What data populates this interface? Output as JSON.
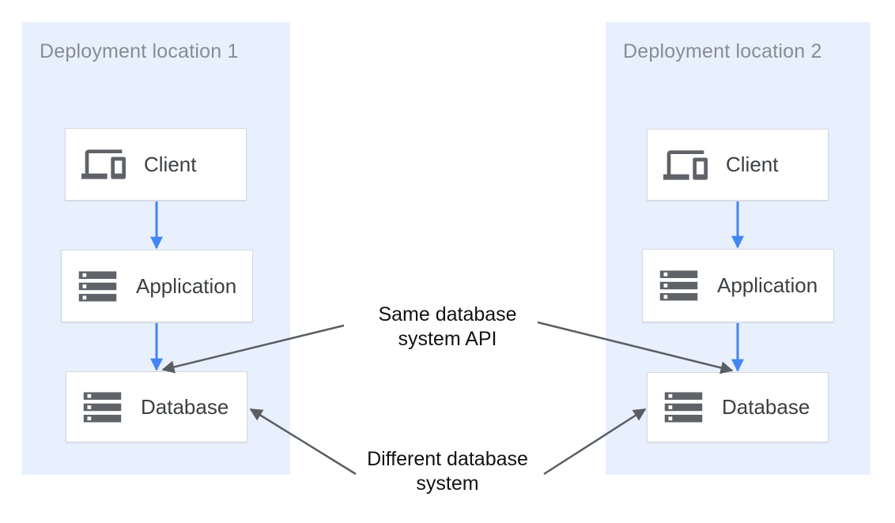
{
  "diagram": {
    "panels": [
      {
        "title": "Deployment location 1",
        "nodes": [
          {
            "label": "Client",
            "icon": "devices-icon"
          },
          {
            "label": "Application",
            "icon": "storage-icon"
          },
          {
            "label": "Database",
            "icon": "storage-icon"
          }
        ]
      },
      {
        "title": "Deployment location 2",
        "nodes": [
          {
            "label": "Client",
            "icon": "devices-icon"
          },
          {
            "label": "Application",
            "icon": "storage-icon"
          },
          {
            "label": "Database",
            "icon": "storage-icon"
          }
        ]
      }
    ],
    "annotations": [
      {
        "line1": "Same database",
        "line2": "system API"
      },
      {
        "line1": "Different database",
        "line2": "system"
      }
    ],
    "flows": [
      "Client to Application (location 1)",
      "Application to Database (location 1)",
      "Client to Application (location 2)",
      "Application to Database (location 2)",
      "Same database system API points to both Database nodes",
      "Different database system points to both Database nodes"
    ],
    "colors": {
      "panel_bg": "#e8f0fe",
      "panel_title": "#878d93",
      "node_border": "#d5d8dc",
      "node_bg": "#ffffff",
      "node_label": "#3c4043",
      "icon_gray": "#5f6368",
      "annotation_text": "#121212",
      "arrow_blue": "#4285f4",
      "arrow_gray": "#5a5e62"
    }
  }
}
